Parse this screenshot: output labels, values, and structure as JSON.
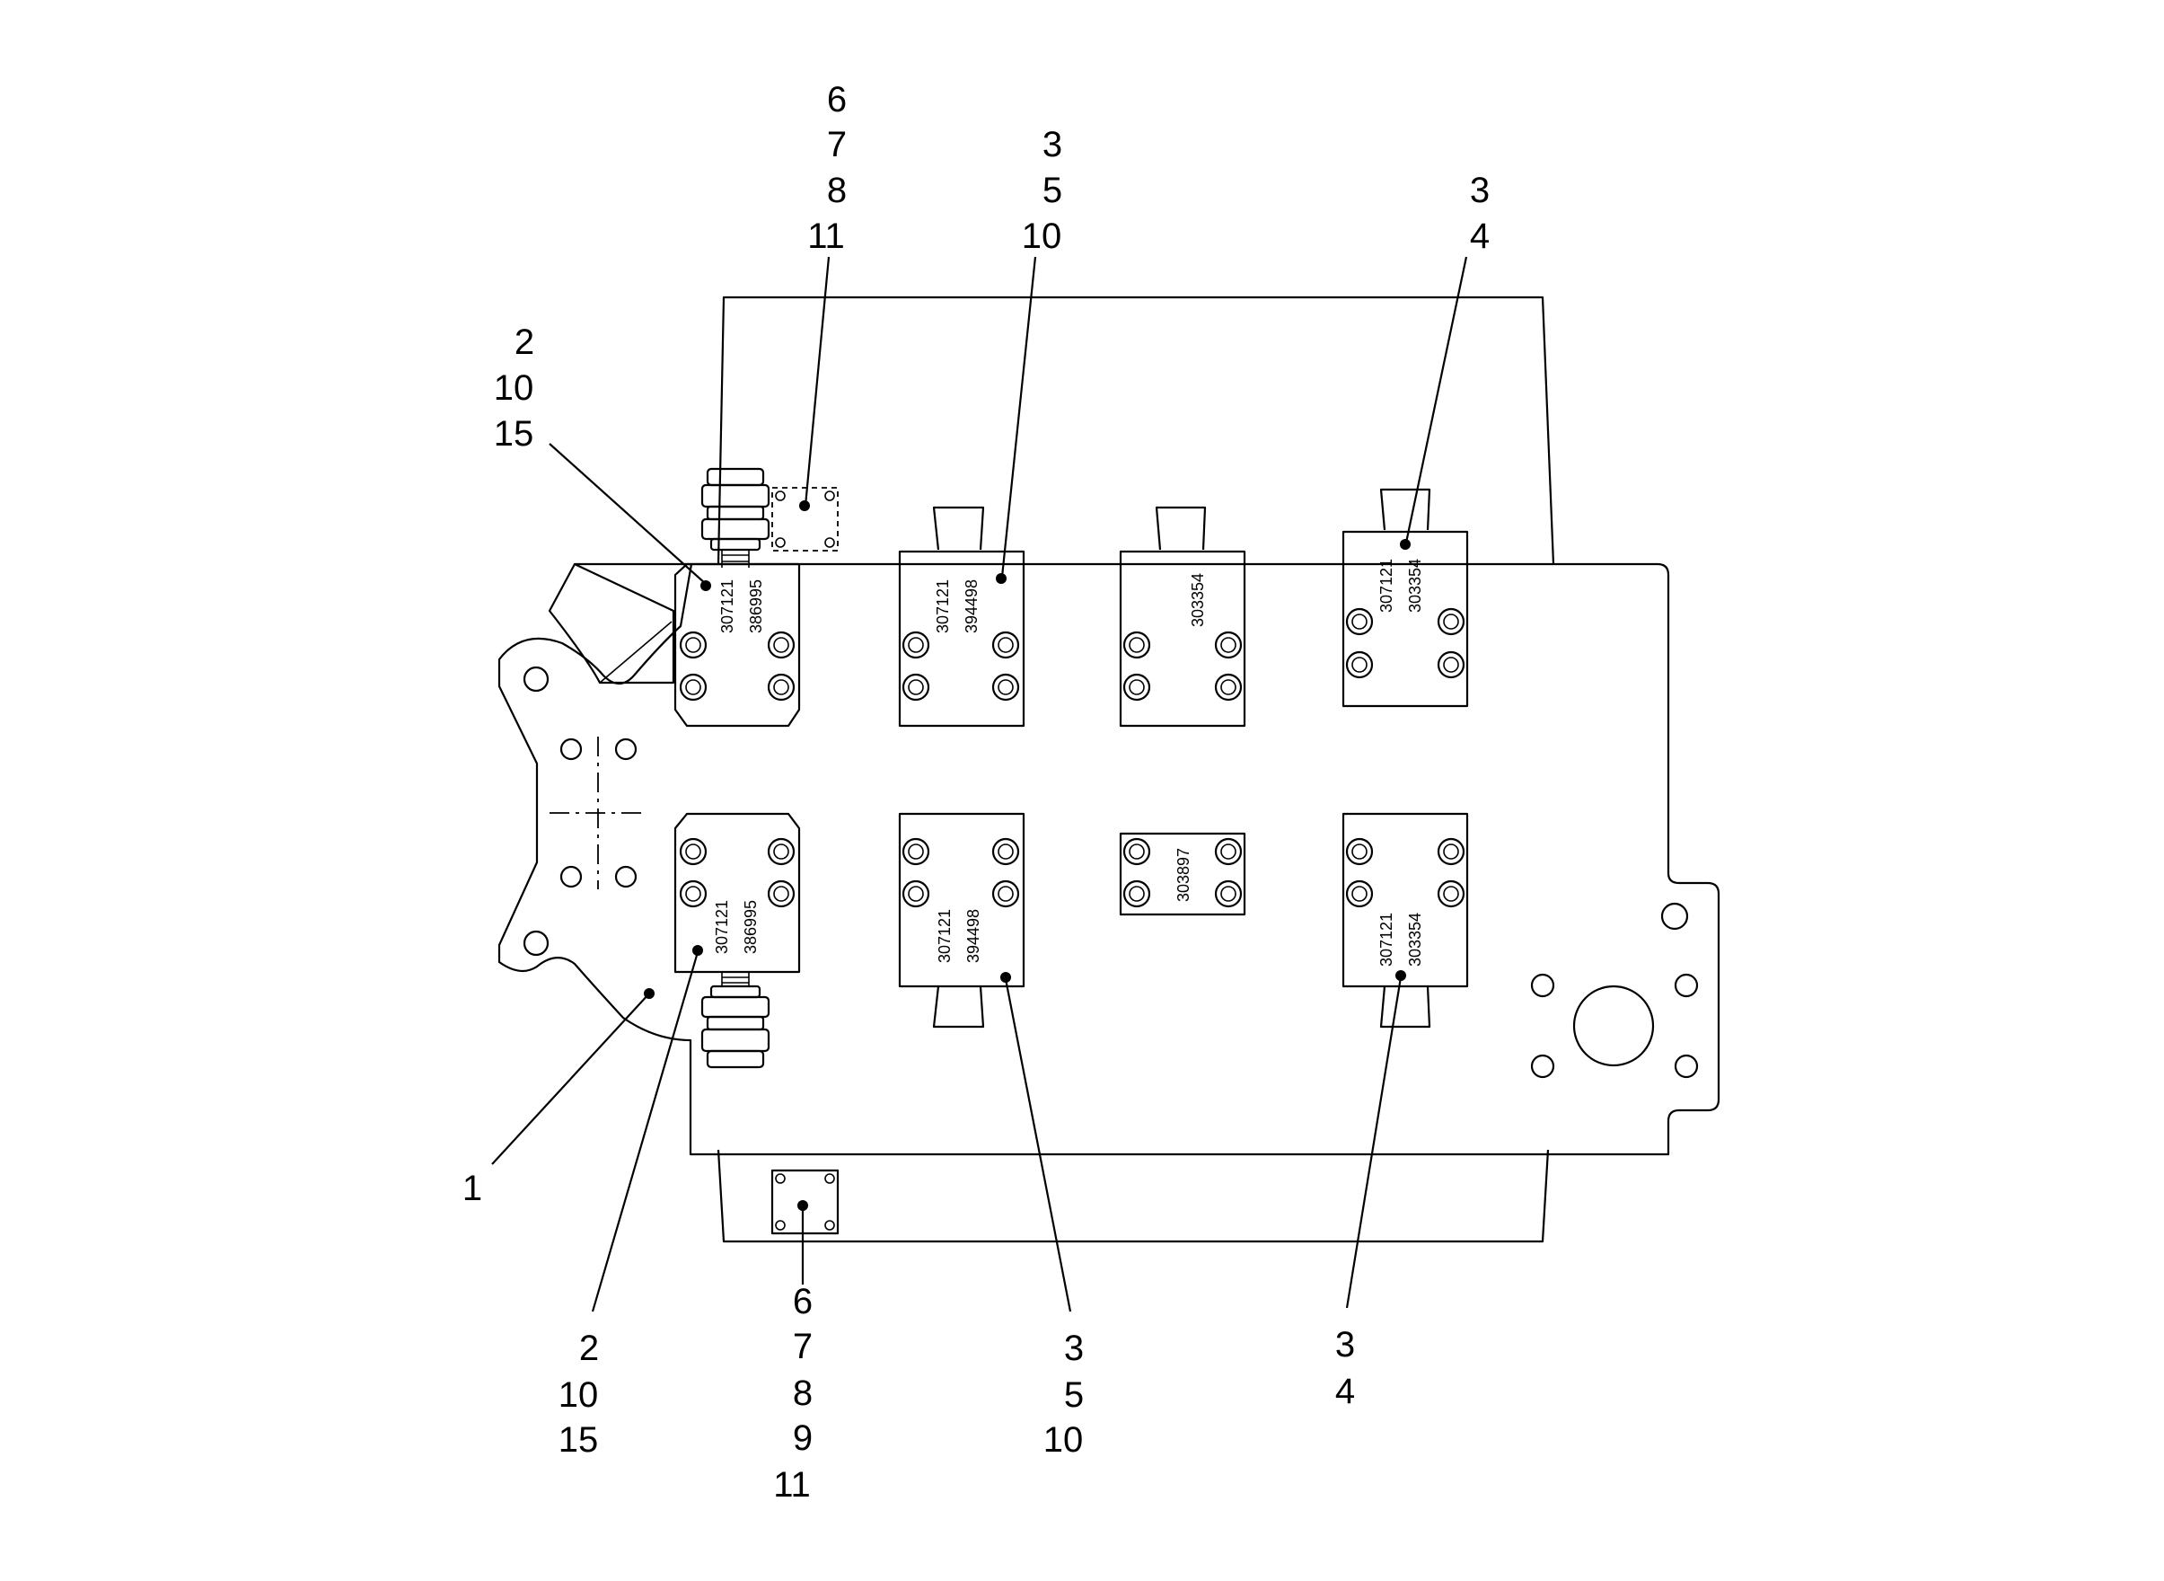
{
  "callouts": {
    "top_left_port": [
      "2",
      "10",
      "15"
    ],
    "top_fitting": [
      "6",
      "7",
      "8",
      "11"
    ],
    "top_valve_2": [
      "3",
      "5",
      "10"
    ],
    "top_valve_4": [
      "3",
      "4"
    ],
    "body": [
      "1"
    ],
    "bottom_left_port": [
      "2",
      "10",
      "15"
    ],
    "bottom_fitting": [
      "6",
      "7",
      "8",
      "9",
      "11"
    ],
    "bottom_valve_2": [
      "3",
      "5",
      "10"
    ],
    "bottom_valve_4": [
      "3",
      "4"
    ]
  },
  "part_numbers": {
    "top_block_1": [
      "307121",
      "386995"
    ],
    "top_block_2": [
      "307121",
      "394498"
    ],
    "top_block_3": [
      "303354"
    ],
    "top_block_4": [
      "307121",
      "303354"
    ],
    "bottom_block_1": [
      "307121",
      "386995"
    ],
    "bottom_block_2": [
      "307121",
      "394498"
    ],
    "bottom_block_3": [
      "303897"
    ],
    "bottom_block_4": [
      "307121",
      "303354"
    ]
  }
}
